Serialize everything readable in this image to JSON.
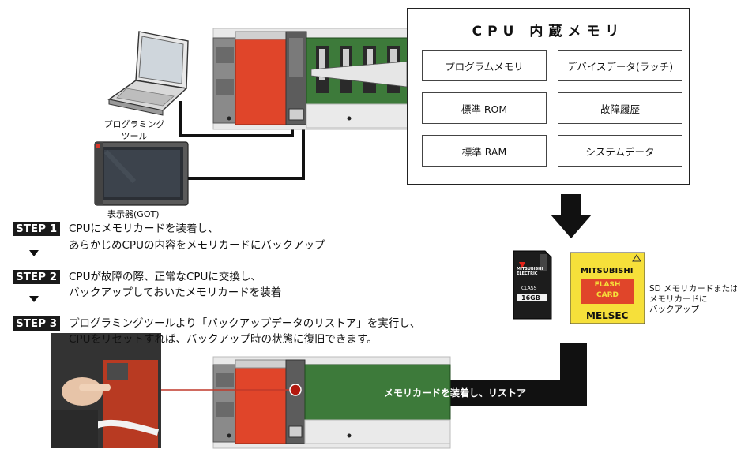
{
  "memory_panel": {
    "title": "CPU 内蔵メモリ",
    "cells": [
      "プログラムメモリ",
      "デバイスデータ(ラッチ)",
      "標準 ROM",
      "故障履歴",
      "標準 RAM",
      "システムデータ"
    ]
  },
  "labels": {
    "programming_tool": [
      "プログラミング",
      "ツール"
    ],
    "display": "表示器(GOT)",
    "sd_caption": [
      "SD メモリカードまたは",
      "メモリカードに",
      "バックアップ"
    ],
    "restore_arrow": "メモリカードを装着し、リストア"
  },
  "cards": {
    "sd": {
      "brand": "MITSUBISHI",
      "brand2": "ELECTRIC",
      "capacity": "16GB",
      "class": "CLASS"
    },
    "flash": {
      "brand": "MITSUBISHI",
      "line1": "FLASH",
      "line2": "CARD",
      "maker": "MELSEC"
    }
  },
  "steps": [
    {
      "badge": "STEP 1",
      "lines": [
        "CPUにメモリカードを装着し、",
        "あらかじめCPUの内容をメモリカードにバックアップ"
      ]
    },
    {
      "badge": "STEP 2",
      "lines": [
        "CPUが故障の際、正常なCPUに交換し、",
        "バックアップしておいたメモリカードを装着"
      ]
    },
    {
      "badge": "STEP 3",
      "lines": [
        "プログラミングツールより「バックアップデータのリストア」を実行し、",
        "CPUをリセットすれば、バックアップ時の状態に復旧できます。"
      ]
    }
  ],
  "colors": {
    "plc_red": "#e0452a",
    "plc_red_dark": "#b8301a",
    "module_green": "#3d7a3a",
    "card_yellow": "#f6e03a",
    "arrow": "#111111"
  }
}
